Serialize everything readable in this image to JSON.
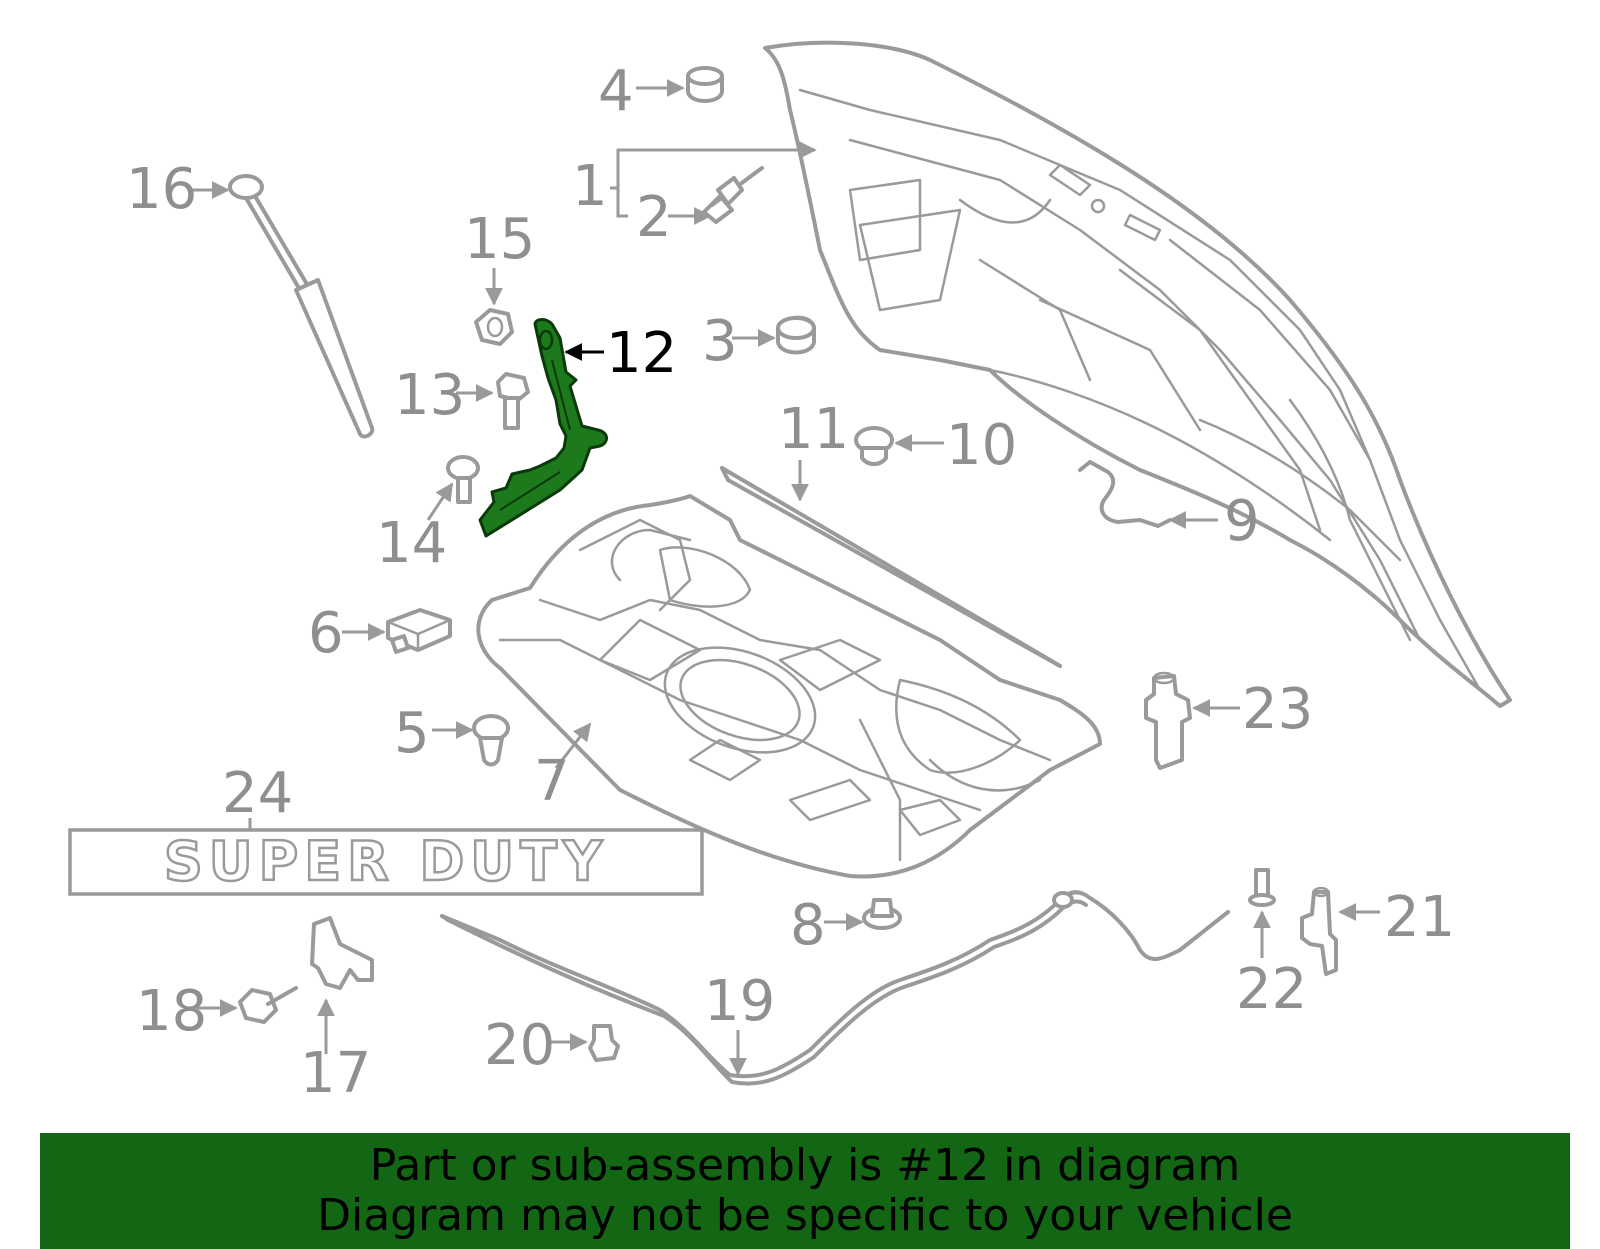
{
  "highlight_color": "#136613",
  "highlighted_part": "12",
  "callouts": {
    "c1": "1",
    "c2": "2",
    "c3": "3",
    "c4": "4",
    "c5": "5",
    "c6": "6",
    "c7": "7",
    "c8": "8",
    "c9": "9",
    "c10": "10",
    "c11": "11",
    "c12": "12",
    "c13": "13",
    "c14": "14",
    "c15": "15",
    "c16": "16",
    "c17": "17",
    "c18": "18",
    "c19": "19",
    "c20": "20",
    "c21": "21",
    "c22": "22",
    "c23": "23",
    "c24": "24"
  },
  "emblem_text": "SUPER DUTY",
  "footer": {
    "line1": "Part or sub-assembly is #12 in diagram",
    "line2": "Diagram may not be specific to your vehicle"
  }
}
